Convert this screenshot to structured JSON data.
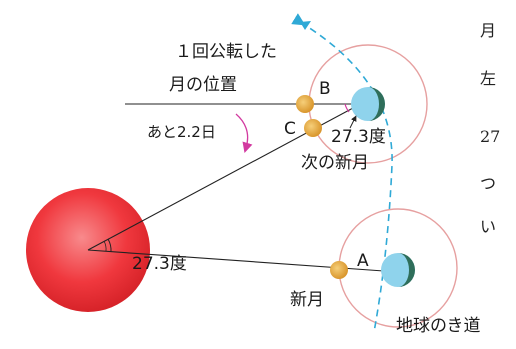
{
  "labels": {
    "one_revolution_line1": "１回公転した",
    "one_revolution_line2": "月の位置",
    "point_b": "B",
    "point_c": "C",
    "point_a": "A",
    "remaining_days": "あと2.2日",
    "angle_at_earth": "27.3度",
    "next_new_moon": "次の新月",
    "angle_at_sun": "27.3度",
    "new_moon": "新月",
    "earth_orbit": "地球のき道"
  },
  "side_text": {
    "line1": "月",
    "line2": "左",
    "line3": "27",
    "line4": "つ",
    "line5": "い"
  },
  "colors": {
    "sun": "#f0383e",
    "moon": "#e8a93a",
    "earth_ocean": "#8fd3ec",
    "earth_land": "#2f6e5a",
    "moon_orbit": "#e6a0a0",
    "earth_orbit": "#2fa9d6",
    "arrow_magenta": "#d23aa0"
  }
}
